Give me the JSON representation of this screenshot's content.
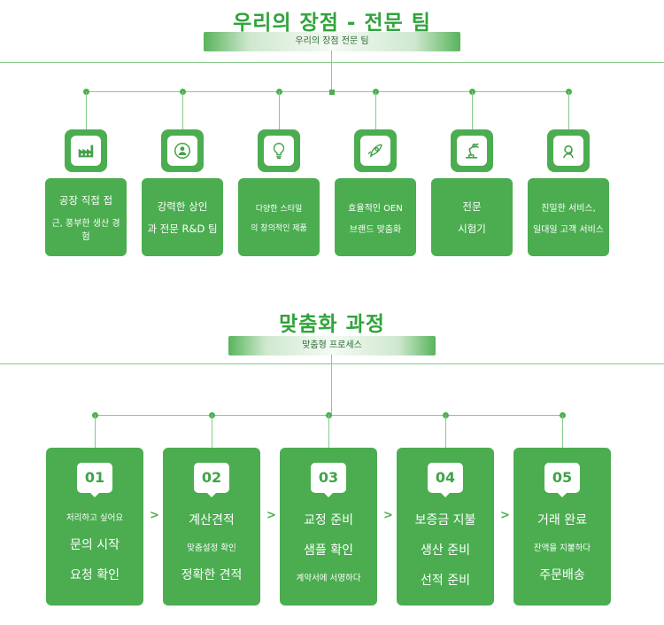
{
  "colors": {
    "accent": "#4caf50",
    "title_green": "#2fa43a",
    "line_green": "#86c989",
    "card_green": "#4bad50"
  },
  "section1": {
    "title": "우리의 장점 - 전문 팀",
    "ribbon": "우리의 장점 전문 팀",
    "cards": [
      {
        "icon": "factory-icon",
        "lines": [
          "공장 직접 접",
          "근, 풍부한 생산 경험"
        ]
      },
      {
        "icon": "merchant-icon",
        "lines": [
          "강력한 상인",
          "과 전문 R&D 팀"
        ]
      },
      {
        "icon": "lightbulb-icon",
        "lines": [
          "다양한 스타일",
          "의 창의적인 제품"
        ]
      },
      {
        "icon": "rocket-icon",
        "lines": [
          "효율적인 OEN",
          "브랜드 맞춤화"
        ]
      },
      {
        "icon": "robot-arm-icon",
        "lines": [
          "전문",
          "시험기"
        ]
      },
      {
        "icon": "headset-icon",
        "lines": [
          "친밀한 서비스,",
          "일대일 고객 서비스"
        ]
      }
    ]
  },
  "section2": {
    "title": "맞춤화 과정",
    "ribbon": "맞춤형 프로세스",
    "arrow": ">",
    "steps": [
      {
        "number": "01",
        "lines": [
          "처리하고 싶어요",
          "문의 시작",
          "요청 확인"
        ]
      },
      {
        "number": "02",
        "lines": [
          "계산견적",
          "맞춤설정 확인",
          "정확한 견적"
        ]
      },
      {
        "number": "03",
        "lines": [
          "교정 준비",
          "샘플 확인",
          "계약서에 서명하다"
        ]
      },
      {
        "number": "04",
        "lines": [
          "보증금 지불",
          "생산 준비",
          "선적 준비"
        ]
      },
      {
        "number": "05",
        "lines": [
          "거래 완료",
          "잔액을 지불하다",
          "주문배송"
        ]
      }
    ]
  }
}
